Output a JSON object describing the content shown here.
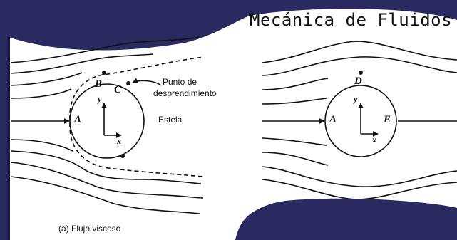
{
  "title": "Mecánica de Fluidos",
  "left_panel": {
    "caption": "(a) Flujo viscoso",
    "point_labels": {
      "a": "A",
      "b": "B",
      "c": "C"
    },
    "axis_labels": {
      "y": "y",
      "x": "x"
    },
    "separation_label_line1": "Punto de",
    "separation_label_line2": "desprendimiento",
    "wake_label": "Estela"
  },
  "right_panel": {
    "point_labels": {
      "a": "A",
      "d": "D",
      "e": "E"
    },
    "axis_labels": {
      "y": "y",
      "x": "x"
    }
  },
  "colors": {
    "background": "#2b2a60",
    "paper": "#ffffff",
    "ink": "#111111"
  }
}
